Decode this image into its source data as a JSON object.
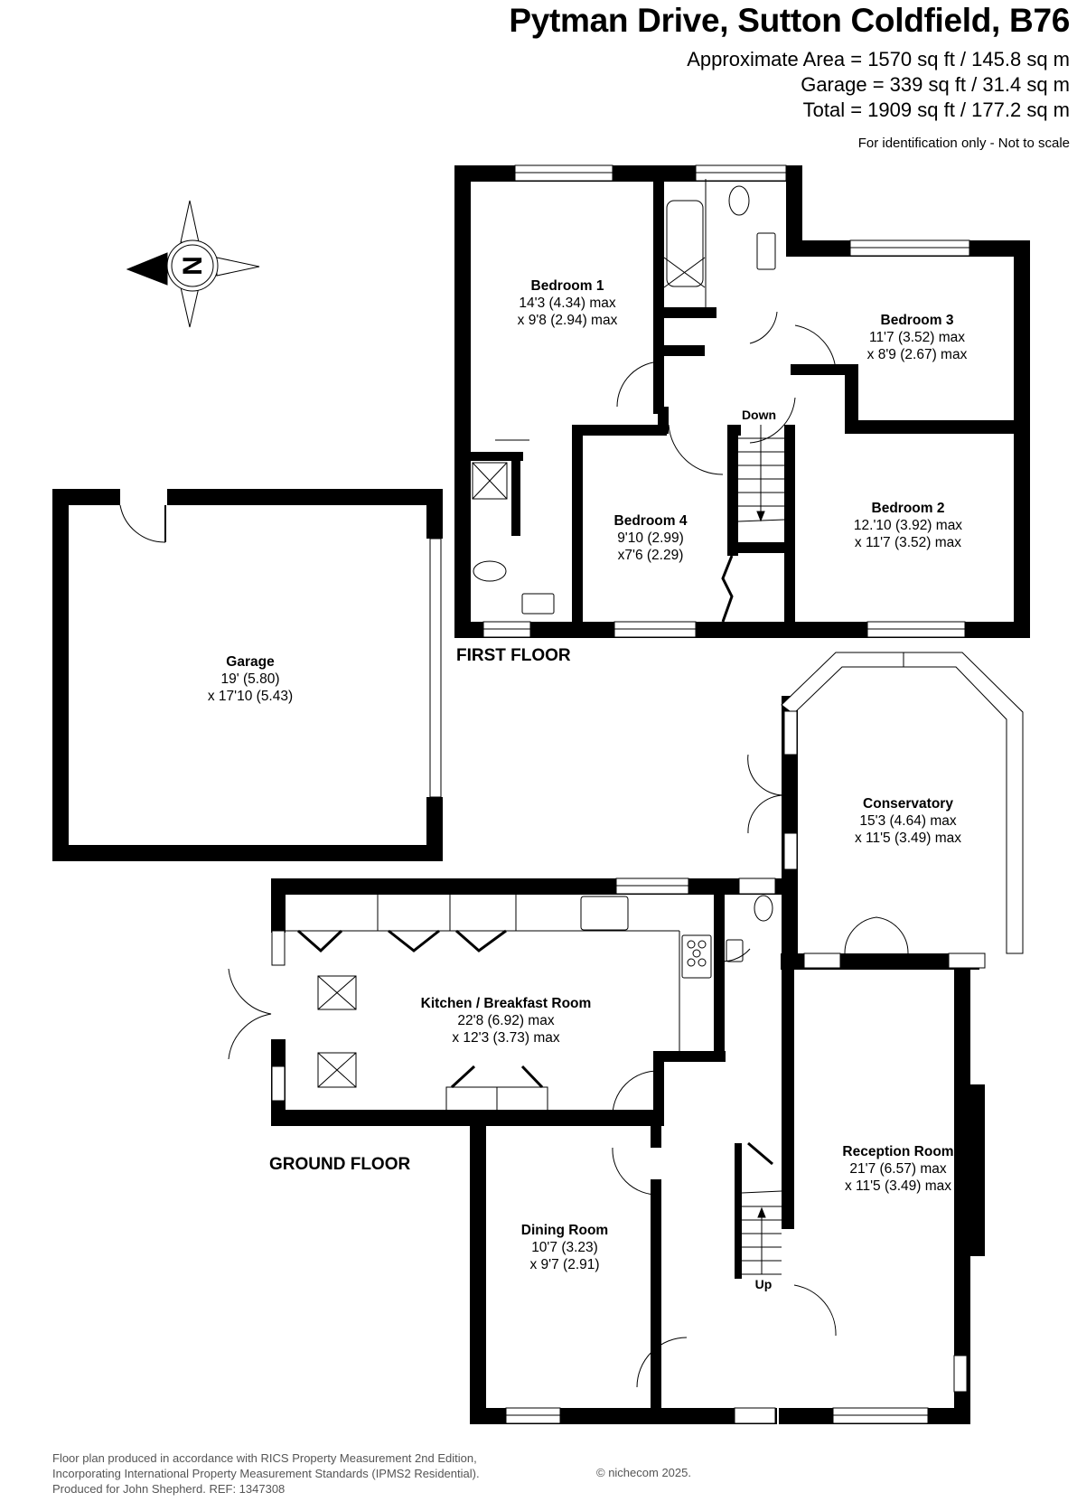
{
  "header": {
    "title": "Pytman Drive, Sutton Coldfield, B76",
    "approximate_area": "Approximate Area = 1570 sq ft / 145.8 sq m",
    "garage_area": "Garage = 339 sq ft / 31.4 sq m",
    "total_area": "Total = 1909 sq ft / 177.2 sq m",
    "disclaimer": "For identification only - Not to scale"
  },
  "compass": {
    "icon": "compass-north-icon",
    "letter": "N"
  },
  "first_floor": {
    "label": "FIRST FLOOR",
    "stairs_label": "Down",
    "rooms": [
      {
        "name": "Bedroom 1",
        "dim1": "14'3 (4.34) max",
        "dim2": "x 9'8 (2.94) max"
      },
      {
        "name": "Bedroom 3",
        "dim1": "11'7 (3.52) max",
        "dim2": "x 8'9 (2.67) max"
      },
      {
        "name": "Bedroom 4",
        "dim1": "9'10 (2.99)",
        "dim2": "x7'6 (2.29)"
      },
      {
        "name": "Bedroom 2",
        "dim1": "12.'10 (3.92) max",
        "dim2": "x 11'7 (3.52) max"
      }
    ]
  },
  "garage": {
    "name": "Garage",
    "dim1": "19' (5.80)",
    "dim2": "x 17'10 (5.43)"
  },
  "ground_floor": {
    "label": "GROUND FLOOR",
    "stairs_label": "Up",
    "rooms": [
      {
        "name": "Conservatory",
        "dim1": "15'3 (4.64) max",
        "dim2": "x 11'5 (3.49) max"
      },
      {
        "name": "Kitchen / Breakfast Room",
        "dim1": "22'8 (6.92) max",
        "dim2": "x 12'3 (3.73) max"
      },
      {
        "name": "Reception Room",
        "dim1": "21'7 (6.57) max",
        "dim2": "x 11'5 (3.49) max"
      },
      {
        "name": "Dining Room",
        "dim1": "10'7 (3.23)",
        "dim2": "x 9'7 (2.91)"
      }
    ]
  },
  "footer": {
    "line1": "Floor plan produced in accordance with RICS Property Measurement 2nd Edition,",
    "line2": "Incorporating International Property Measurement Standards (IPMS2 Residential).",
    "line3": "Produced for John Shepherd.   REF: 1347308",
    "copyright": "© nichecom 2025."
  },
  "colors": {
    "wall": "#000000",
    "background": "#ffffff",
    "footer_text": "#555555"
  }
}
